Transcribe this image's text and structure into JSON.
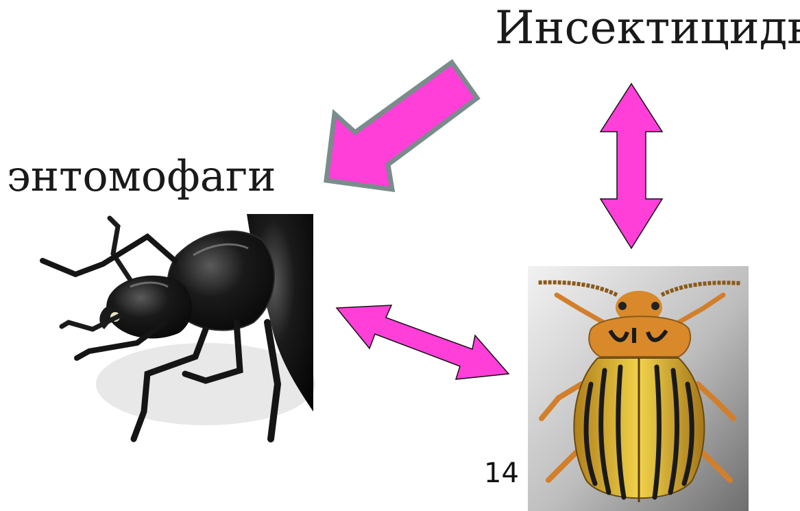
{
  "slide": {
    "insecticides_label": "Инсектициды",
    "entomophages_label": "энтомофаги",
    "page_number": "14"
  },
  "colors": {
    "arrow_fill": "#ff3fd8",
    "arrow_stroke_gray": "#7a8c8c",
    "ground_beetle_body": "#121212",
    "colorado_beetle_orange": "#d9892a",
    "colorado_beetle_stripe_yellow": "#e8c23a"
  },
  "icons": {
    "arrow_insecticides_to_entomophages": "diagonal-arrow",
    "arrow_insecticides_pests": "vertical-double-arrow",
    "arrow_entomophages_pests": "diagonal-double-arrow"
  }
}
